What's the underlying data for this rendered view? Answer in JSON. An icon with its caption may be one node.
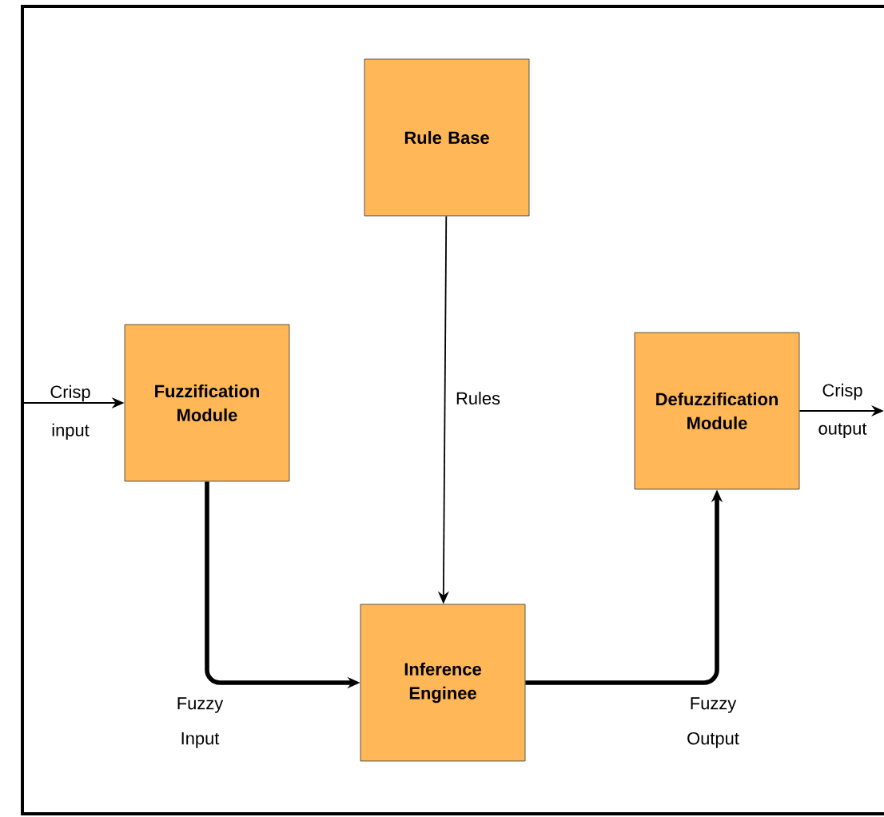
{
  "diagram": {
    "nodes": [
      {
        "text": [
          "Rule Base"
        ]
      },
      {
        "text": [
          "Fuzzification Module"
        ]
      },
      {
        "text": [
          "Defuzzification Module"
        ]
      },
      {
        "text": [
          "Inference Enginee"
        ]
      }
    ],
    "edges": [
      {
        "from": null,
        "to": 1,
        "arrow": "to",
        "label": "Crisp input"
      },
      {
        "from": 2,
        "to": null,
        "arrow": "to",
        "label": "Crisp output"
      },
      {
        "from": 0,
        "to": 3,
        "arrow": "to",
        "label": "Rules"
      },
      {
        "from": 1,
        "to": 3,
        "arrow": "to",
        "label": "Fuzzy Input",
        "style": "thick"
      },
      {
        "from": 3,
        "to": 2,
        "arrow": "to",
        "label": "Fuzzy Output",
        "style": "thick"
      }
    ]
  }
}
